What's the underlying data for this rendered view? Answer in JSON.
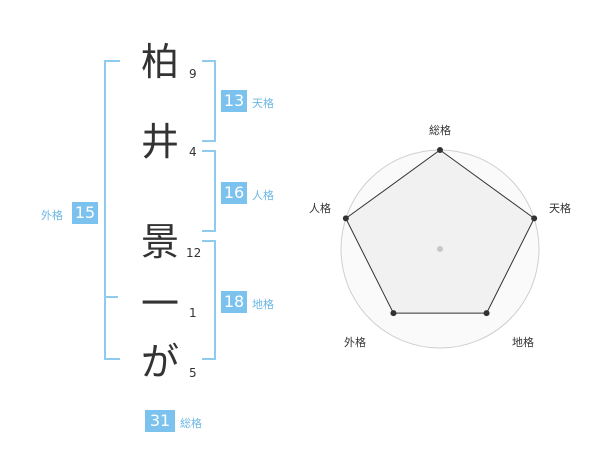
{
  "name_chars": [
    {
      "char": "柏",
      "strokes": "9"
    },
    {
      "char": "井",
      "strokes": "4"
    },
    {
      "char": "景",
      "strokes": "12"
    },
    {
      "char": "一",
      "strokes": "1"
    },
    {
      "char": "が",
      "strokes": "5"
    }
  ],
  "kakusu": {
    "tenkaku": {
      "value": "13",
      "label": "天格"
    },
    "jinkaku": {
      "value": "16",
      "label": "人格"
    },
    "chikaku": {
      "value": "18",
      "label": "地格"
    },
    "gaikaku": {
      "value": "15",
      "label": "外格"
    },
    "soukaku": {
      "value": "31",
      "label": "総格"
    }
  },
  "radar": {
    "axes": [
      "総格",
      "天格",
      "地格",
      "外格",
      "人格"
    ],
    "levels": 5,
    "values": [
      1.0,
      1.0,
      0.8,
      0.8,
      1.0
    ]
  }
}
